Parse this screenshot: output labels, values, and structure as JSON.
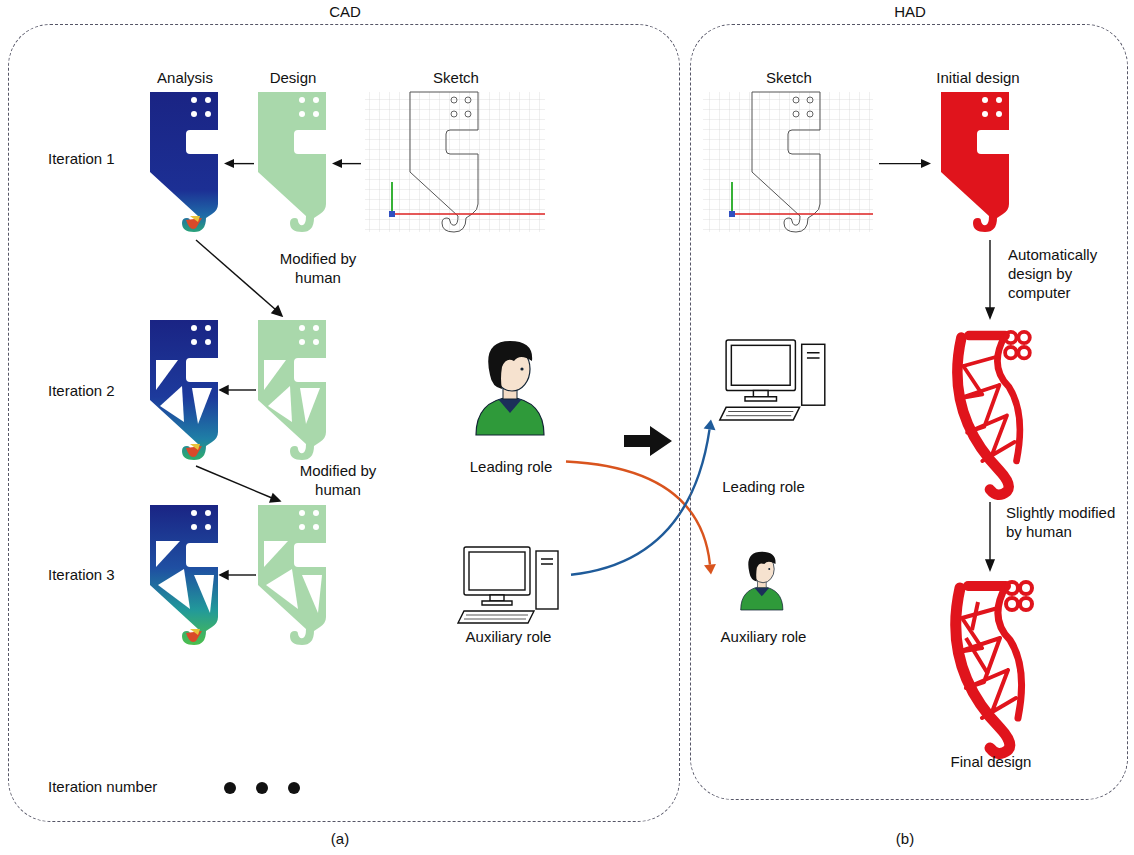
{
  "diagram": {
    "nodes": [
      {
        "text": [
          "CAD"
        ]
      },
      {
        "text": [
          "Analysis"
        ],
        "in": 0
      },
      {
        "text": [
          "Design"
        ],
        "in": 0
      },
      {
        "text": [
          "Sketch"
        ],
        "in": 0
      },
      {
        "text": [
          "Leading role"
        ],
        "in": 0
      },
      {
        "text": [
          "Auxiliary role"
        ],
        "in": 0
      },
      {
        "text": [
          "HAD"
        ]
      },
      {
        "text": [
          "Sketch"
        ],
        "in": 6
      },
      {
        "text": [
          "Initial design"
        ],
        "in": 6
      },
      {
        "text": [
          "Leading role"
        ],
        "in": 6
      },
      {
        "text": [
          "Auxiliary role"
        ],
        "in": 6
      },
      {
        "text": [
          "Final design"
        ],
        "in": 6
      }
    ],
    "edges": [
      {
        "from": 3,
        "to": 2,
        "arrow": "to"
      },
      {
        "from": 2,
        "to": 1,
        "arrow": "to"
      },
      {
        "from": 7,
        "to": 8,
        "arrow": "to"
      },
      {
        "from": 4,
        "to": 10,
        "arrow": "to"
      },
      {
        "from": 5,
        "to": 9,
        "arrow": "to"
      }
    ],
    "labels": [
      "Iteration 1",
      "Iteration 2",
      "Iteration 3",
      "Modified by human",
      "Modified by human",
      "Iteration number",
      "Automatically design by computer",
      "Slightly modified by human",
      "(a)",
      "(b)"
    ]
  }
}
